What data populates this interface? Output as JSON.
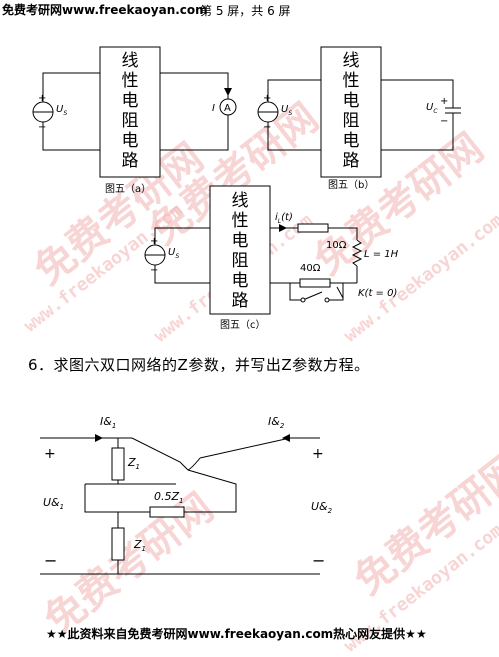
{
  "header": {
    "site": "免费考研网www.freekaoyan.com",
    "page": "第 5 屏，共 6 屏"
  },
  "watermark": {
    "main": "免费考研网",
    "url": "www.freekaoyan.com"
  },
  "box_text": [
    "线",
    "性",
    "电",
    "阻",
    "电",
    "路"
  ],
  "figures": {
    "a": {
      "caption": "图五（a）",
      "source": "U",
      "source_sub": "S",
      "meter_label": "I",
      "meter_symbol": "A",
      "plus": "+",
      "minus": "−"
    },
    "b": {
      "caption": "图五（b）",
      "source": "U",
      "source_sub": "S",
      "cap_label": "U",
      "cap_sub": "C",
      "plus": "+",
      "minus": "−"
    },
    "c": {
      "caption": "图五（c）",
      "source": "U",
      "source_sub": "S",
      "current": "i",
      "current_sub": "L",
      "current_arg": "(t)",
      "r1": "10Ω",
      "ind": "L = 1H",
      "r2": "40Ω",
      "switch": "K(t = 0)",
      "plus": "+",
      "minus": "−"
    }
  },
  "question6": "6．求图六双口网络的Z参数，并写出Z参数方程。",
  "figure6": {
    "i1": "I&",
    "i1_sub": "1",
    "i2": "I&",
    "i2_sub": "2",
    "u1": "U&",
    "u1_sub": "1",
    "u2": "U&",
    "u2_sub": "2",
    "z1": "Z",
    "z1_sub": "1",
    "zmid": "0.5Z",
    "zmid_sub": "1",
    "zbot": "Z",
    "zbot_sub": "1",
    "plus": "+",
    "minus": "−"
  },
  "footer": "★★此资料来自免费考研网www.freekaoyan.com热心网友提供★★"
}
